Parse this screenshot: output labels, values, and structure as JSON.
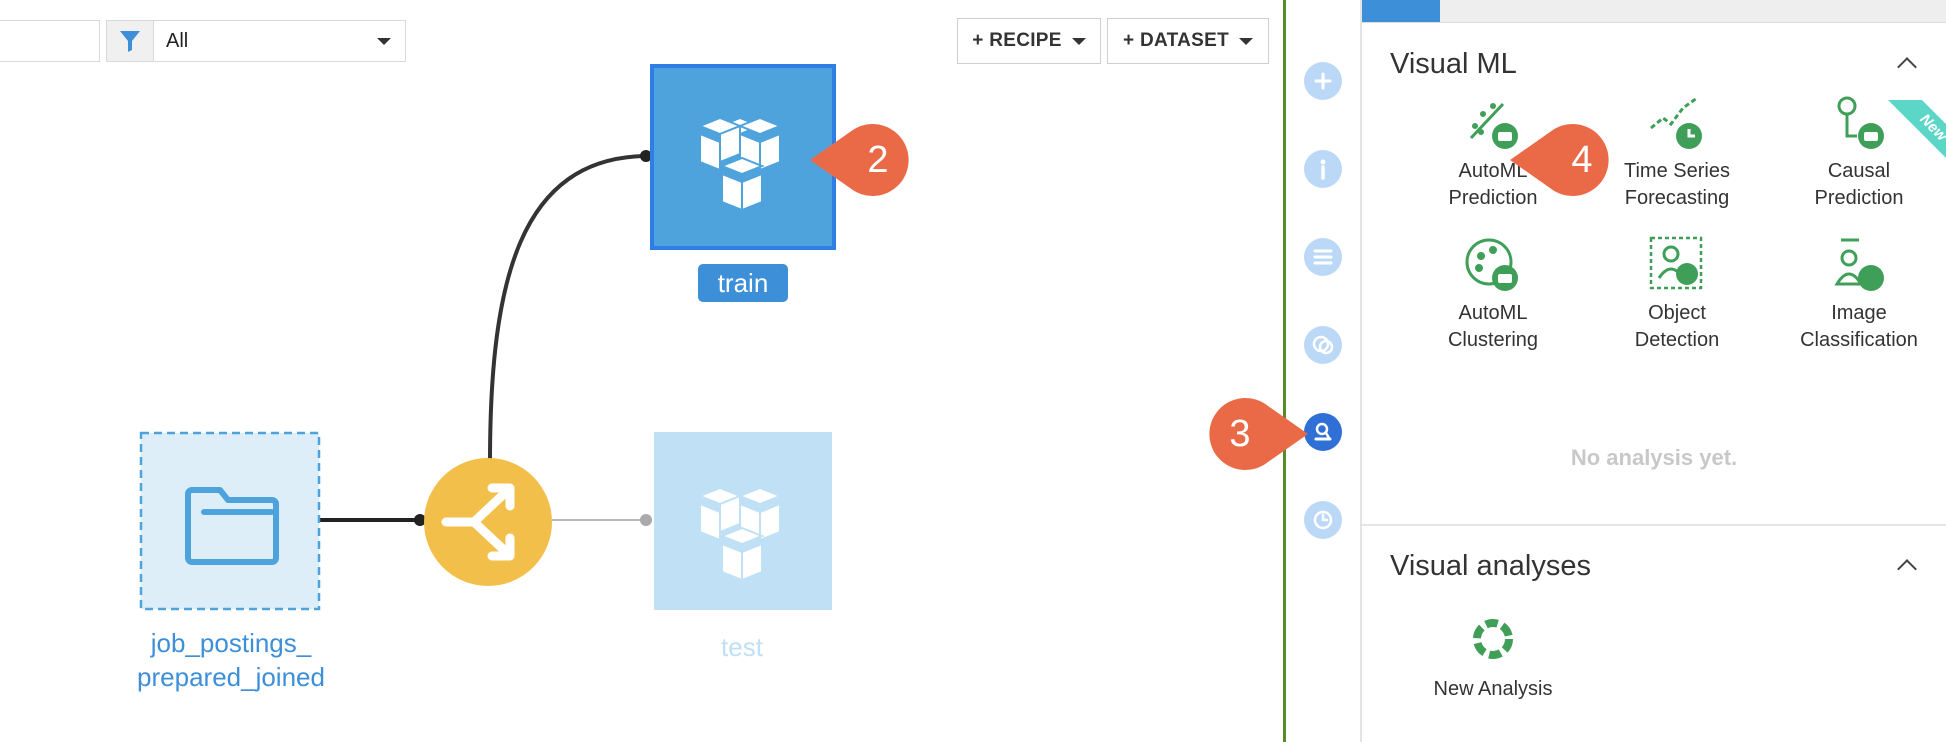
{
  "toolbar": {
    "filter_value": "All",
    "recipe_button": "+ RECIPE",
    "dataset_button": "+ DATASET"
  },
  "flow": {
    "source_label_line1": "job_postings_",
    "source_label_line2": "prepared_joined",
    "train_label": "train",
    "test_label": "test"
  },
  "panel": {
    "visual_ml_title": "Visual ML",
    "new_badge": "New",
    "ml_items": [
      {
        "line1": "AutoML",
        "line2": "Prediction"
      },
      {
        "line1": "Time Series",
        "line2": "Forecasting"
      },
      {
        "line1": "Causal",
        "line2": "Prediction"
      },
      {
        "line1": "AutoML",
        "line2": "Clustering"
      },
      {
        "line1": "Object",
        "line2": "Detection"
      },
      {
        "line1": "Image",
        "line2": "Classification"
      }
    ],
    "empty_message": "No analysis yet.",
    "visual_analyses_title": "Visual analyses",
    "new_analysis_label": "New Analysis"
  },
  "callouts": {
    "c2": "2",
    "c3": "3",
    "c4": "4"
  },
  "colors": {
    "accent_blue": "#3d8fd8",
    "rail_green": "#5a8a24",
    "ml_green": "#3f9f58",
    "callout_red": "#ea6a47",
    "split_yellow": "#f2c04a"
  }
}
